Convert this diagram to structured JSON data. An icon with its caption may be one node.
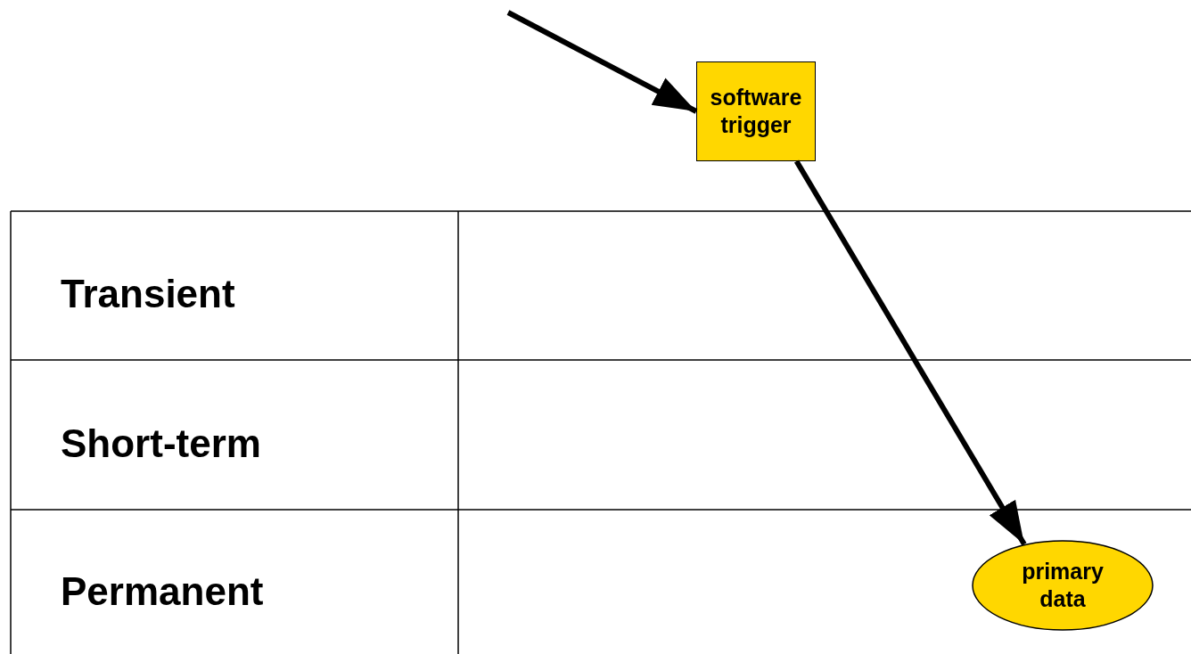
{
  "diagram": {
    "nodes": [
      {
        "text": [
          "software trigger"
        ]
      },
      {
        "text": [
          "primary data"
        ]
      }
    ],
    "edges": [
      {
        "from": null,
        "to": 0,
        "arrow": "to"
      },
      {
        "from": 0,
        "to": 1,
        "arrow": "to"
      }
    ],
    "labels": [
      "Transient",
      "Short-term",
      "Permanent"
    ]
  }
}
